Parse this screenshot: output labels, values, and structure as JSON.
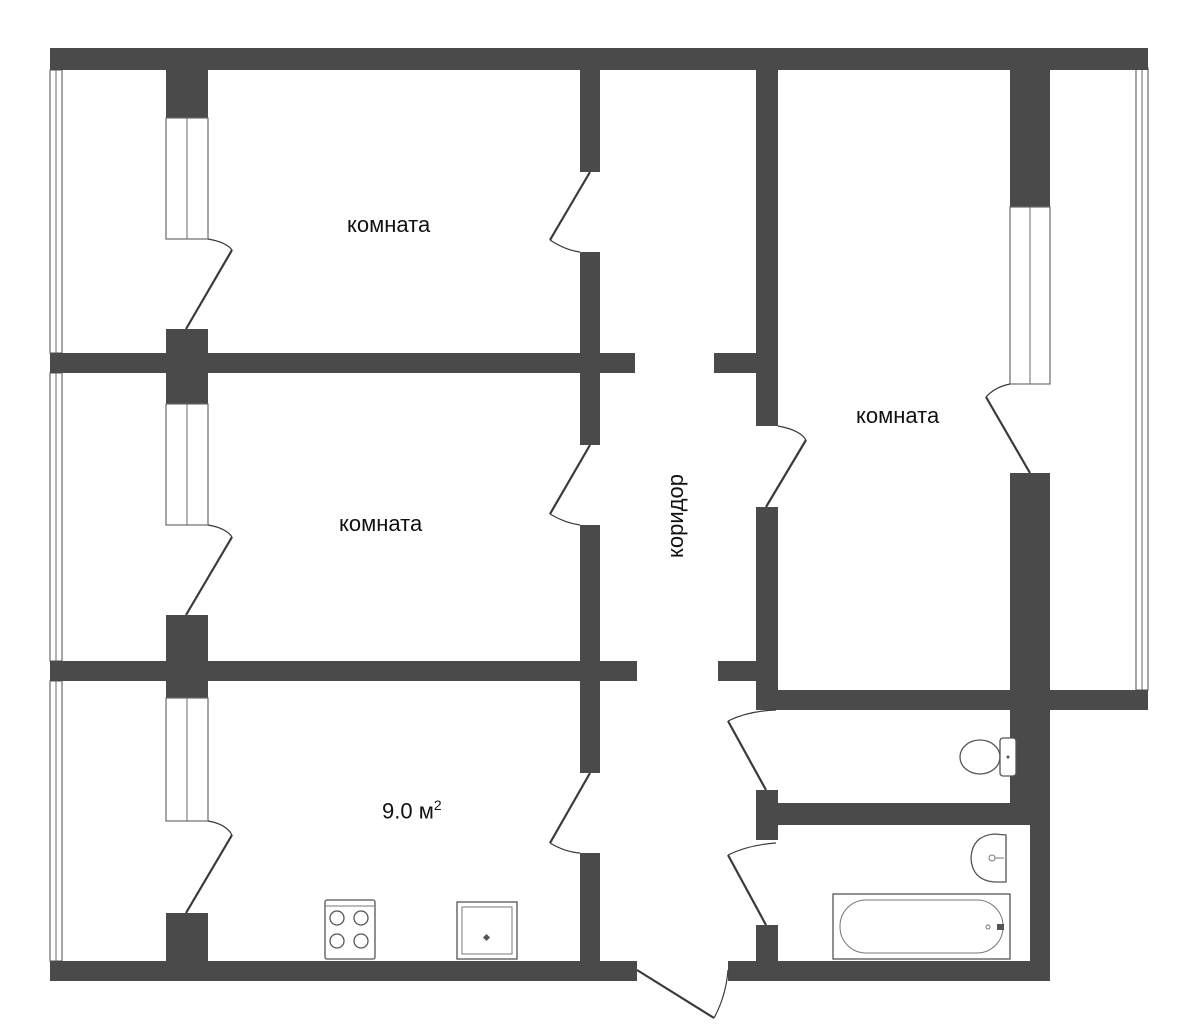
{
  "rooms": {
    "room_top_left": "комната",
    "room_middle_left": "комната",
    "room_right": "комната",
    "kitchen_area": "9.0 м",
    "kitchen_area_sup": "2",
    "corridor": "коридор"
  },
  "colors": {
    "wall": "#4a4a4a",
    "background": "#ffffff",
    "fixture_outline": "#555555"
  },
  "icons": [
    "stove-icon",
    "sink-icon",
    "toilet-icon",
    "washbasin-icon",
    "bathtub-icon",
    "door-swing-icon",
    "window-icon"
  ]
}
